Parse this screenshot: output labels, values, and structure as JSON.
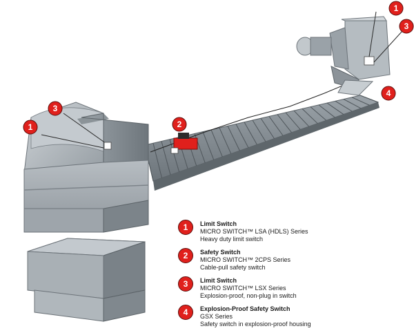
{
  "callouts": [
    {
      "number": "1",
      "title": "Limit Switch",
      "series": "MICRO SWITCH™ LSA (HDLS) Series",
      "description": "Heavy duty limit switch"
    },
    {
      "number": "2",
      "title": "Safety Switch",
      "series": "MICRO SWITCH™ 2CPS Series",
      "description": "Cable-pull safety switch"
    },
    {
      "number": "3",
      "title": "Limit Switch",
      "series": "MICRO SWITCH™ LSX Series",
      "description": "Explosion-proof, non-plug in switch"
    },
    {
      "number": "4",
      "title": "Explosion-Proof Safety Switch",
      "series": "GSX Series",
      "description": "Safety switch in explosion-proof housing"
    }
  ],
  "diagram_badges": [
    "3",
    "1",
    "2",
    "1",
    "3",
    "4"
  ],
  "colors": {
    "badge_red": "#e0201c",
    "machine_gray": "#a4acb3",
    "conveyor_dark": "#727a80"
  }
}
